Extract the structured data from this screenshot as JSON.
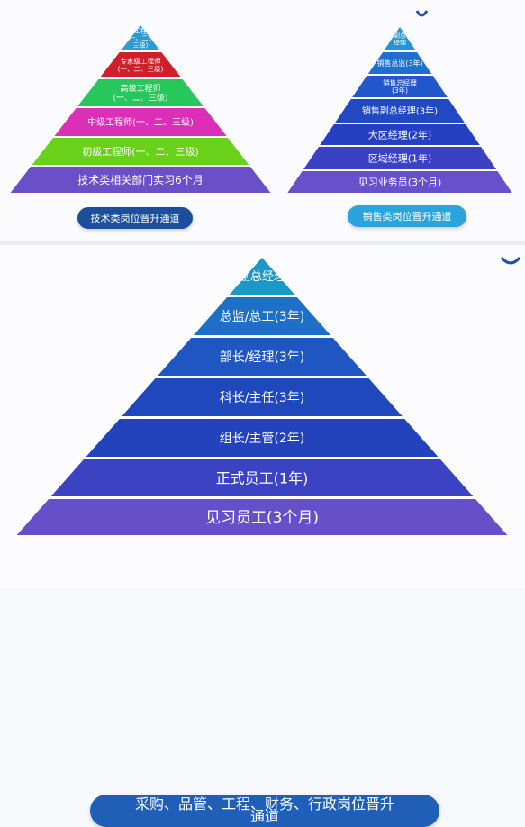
{
  "tech_pyramid": {
    "levels": [
      {
        "label": "总工程师",
        "sublabel": "(一、二、",
        "sublabel2": "三级)",
        "color": "#2d9bd0"
      },
      {
        "label": "专家级工程师",
        "sublabel": "(一、二、三级)",
        "color": "#cf1f2a"
      },
      {
        "label": "高级工程师",
        "sublabel": "(一、二、三级)",
        "color": "#27c85b"
      },
      {
        "label": "中级工程师(一、二、三级)",
        "color": "#db2fb8"
      },
      {
        "label": "初级工程师(一、二、三级)",
        "color": "#6ad11b"
      },
      {
        "label": "技术类相关部门实习6个月",
        "color": "#6950c9"
      }
    ],
    "caption": "技术类岗位晋升通道"
  },
  "sales_pyramid": {
    "levels": [
      {
        "label": "副总",
        "sublabel": "经理",
        "color": "#2396d2"
      },
      {
        "label": "销售总监(3年)",
        "color": "#1f6fcf"
      },
      {
        "label": "销售总经理",
        "sublabel": "(3年)",
        "color": "#2157cb"
      },
      {
        "label": "销售副总经理(3年)",
        "color": "#2049c2"
      },
      {
        "label": "大区经理(2年)",
        "color": "#2540c0"
      },
      {
        "label": "区域经理(1年)",
        "color": "#3a41c4"
      },
      {
        "label": "见习业务员(3个月)",
        "color": "#6650cb"
      }
    ],
    "caption": "销售类岗位晋升通道"
  },
  "general_pyramid": {
    "levels": [
      {
        "label": "副总经理",
        "color": "#1b97c8"
      },
      {
        "label": "总监/总工(3年)",
        "color": "#1d6fc7"
      },
      {
        "label": "部长/经理(3年)",
        "color": "#1f56c2"
      },
      {
        "label": "科长/主任(3年)",
        "color": "#2048bd"
      },
      {
        "label": "组长/主管(2年)",
        "color": "#2343bd"
      },
      {
        "label": "正式员工(1年)",
        "color": "#3c43c3"
      },
      {
        "label": "见习员工(3个月)",
        "color": "#6650ca"
      }
    ],
    "caption": "采购、品管、工程、财务、行政岗位晋升通道"
  }
}
